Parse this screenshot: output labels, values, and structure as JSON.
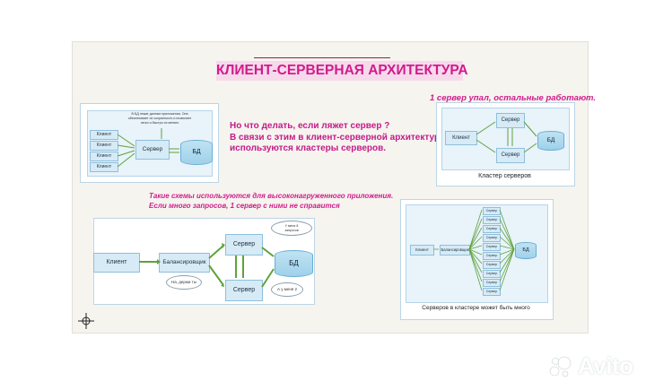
{
  "title": "КЛИЕНТ-СЕРВЕРНАЯ АРХИТЕКТУРА",
  "question": {
    "line1": "Но что делать, если ляжет сервер ?",
    "line2": "В связи с этим в клиент-серверной архитектуре",
    "line3": "используются кластеры серверов."
  },
  "note_top_right": "1 сервер упал, остальные работают.",
  "note_middle": {
    "line1": "Такие схемы используются для высоконагруженного приложения.",
    "line2": "Если много запросов, 1 сервер с ними не справится"
  },
  "diagram1": {
    "note": [
      "В БД лежат данные приложения. Она",
      "обеспечивает их сохранность и позволяет",
      "легко и быстро их менять"
    ],
    "clients": [
      "Клиент",
      "Клиент",
      "Клиент",
      "Клиент"
    ],
    "server": "Сервер",
    "db": "БД"
  },
  "diagram2": {
    "client": "Клиент",
    "server_top": "Сервер",
    "server_bottom": "Сервер",
    "db": "БД",
    "caption": "Кластер серверов"
  },
  "diagram3": {
    "client": "Клиент",
    "balancer": "Балансировщик",
    "server_top": "Сервер",
    "server_bottom": "Сервер",
    "db": "БД",
    "bubble_top": [
      "У меня 8",
      "запросов"
    ],
    "bubble_left": "На, держи ты",
    "bubble_bottom": "А у меня 2"
  },
  "diagram4": {
    "client": "Клиент",
    "balancer": "Балансировщик",
    "servers": [
      "Сервер",
      "Сервер",
      "Сервер",
      "Сервер",
      "Сервер",
      "Сервер",
      "Сервер",
      "Сервер",
      "Сервер",
      "Сервер"
    ],
    "db": "БД",
    "caption": "Серверов в кластере может быть много"
  },
  "watermark": "Avito",
  "colors": {
    "accent_pink": "#d01c8b",
    "box_fill": "#d6ebf6",
    "arrow_green": "#5fa23a",
    "slide_bg": "#f6f4ef"
  }
}
